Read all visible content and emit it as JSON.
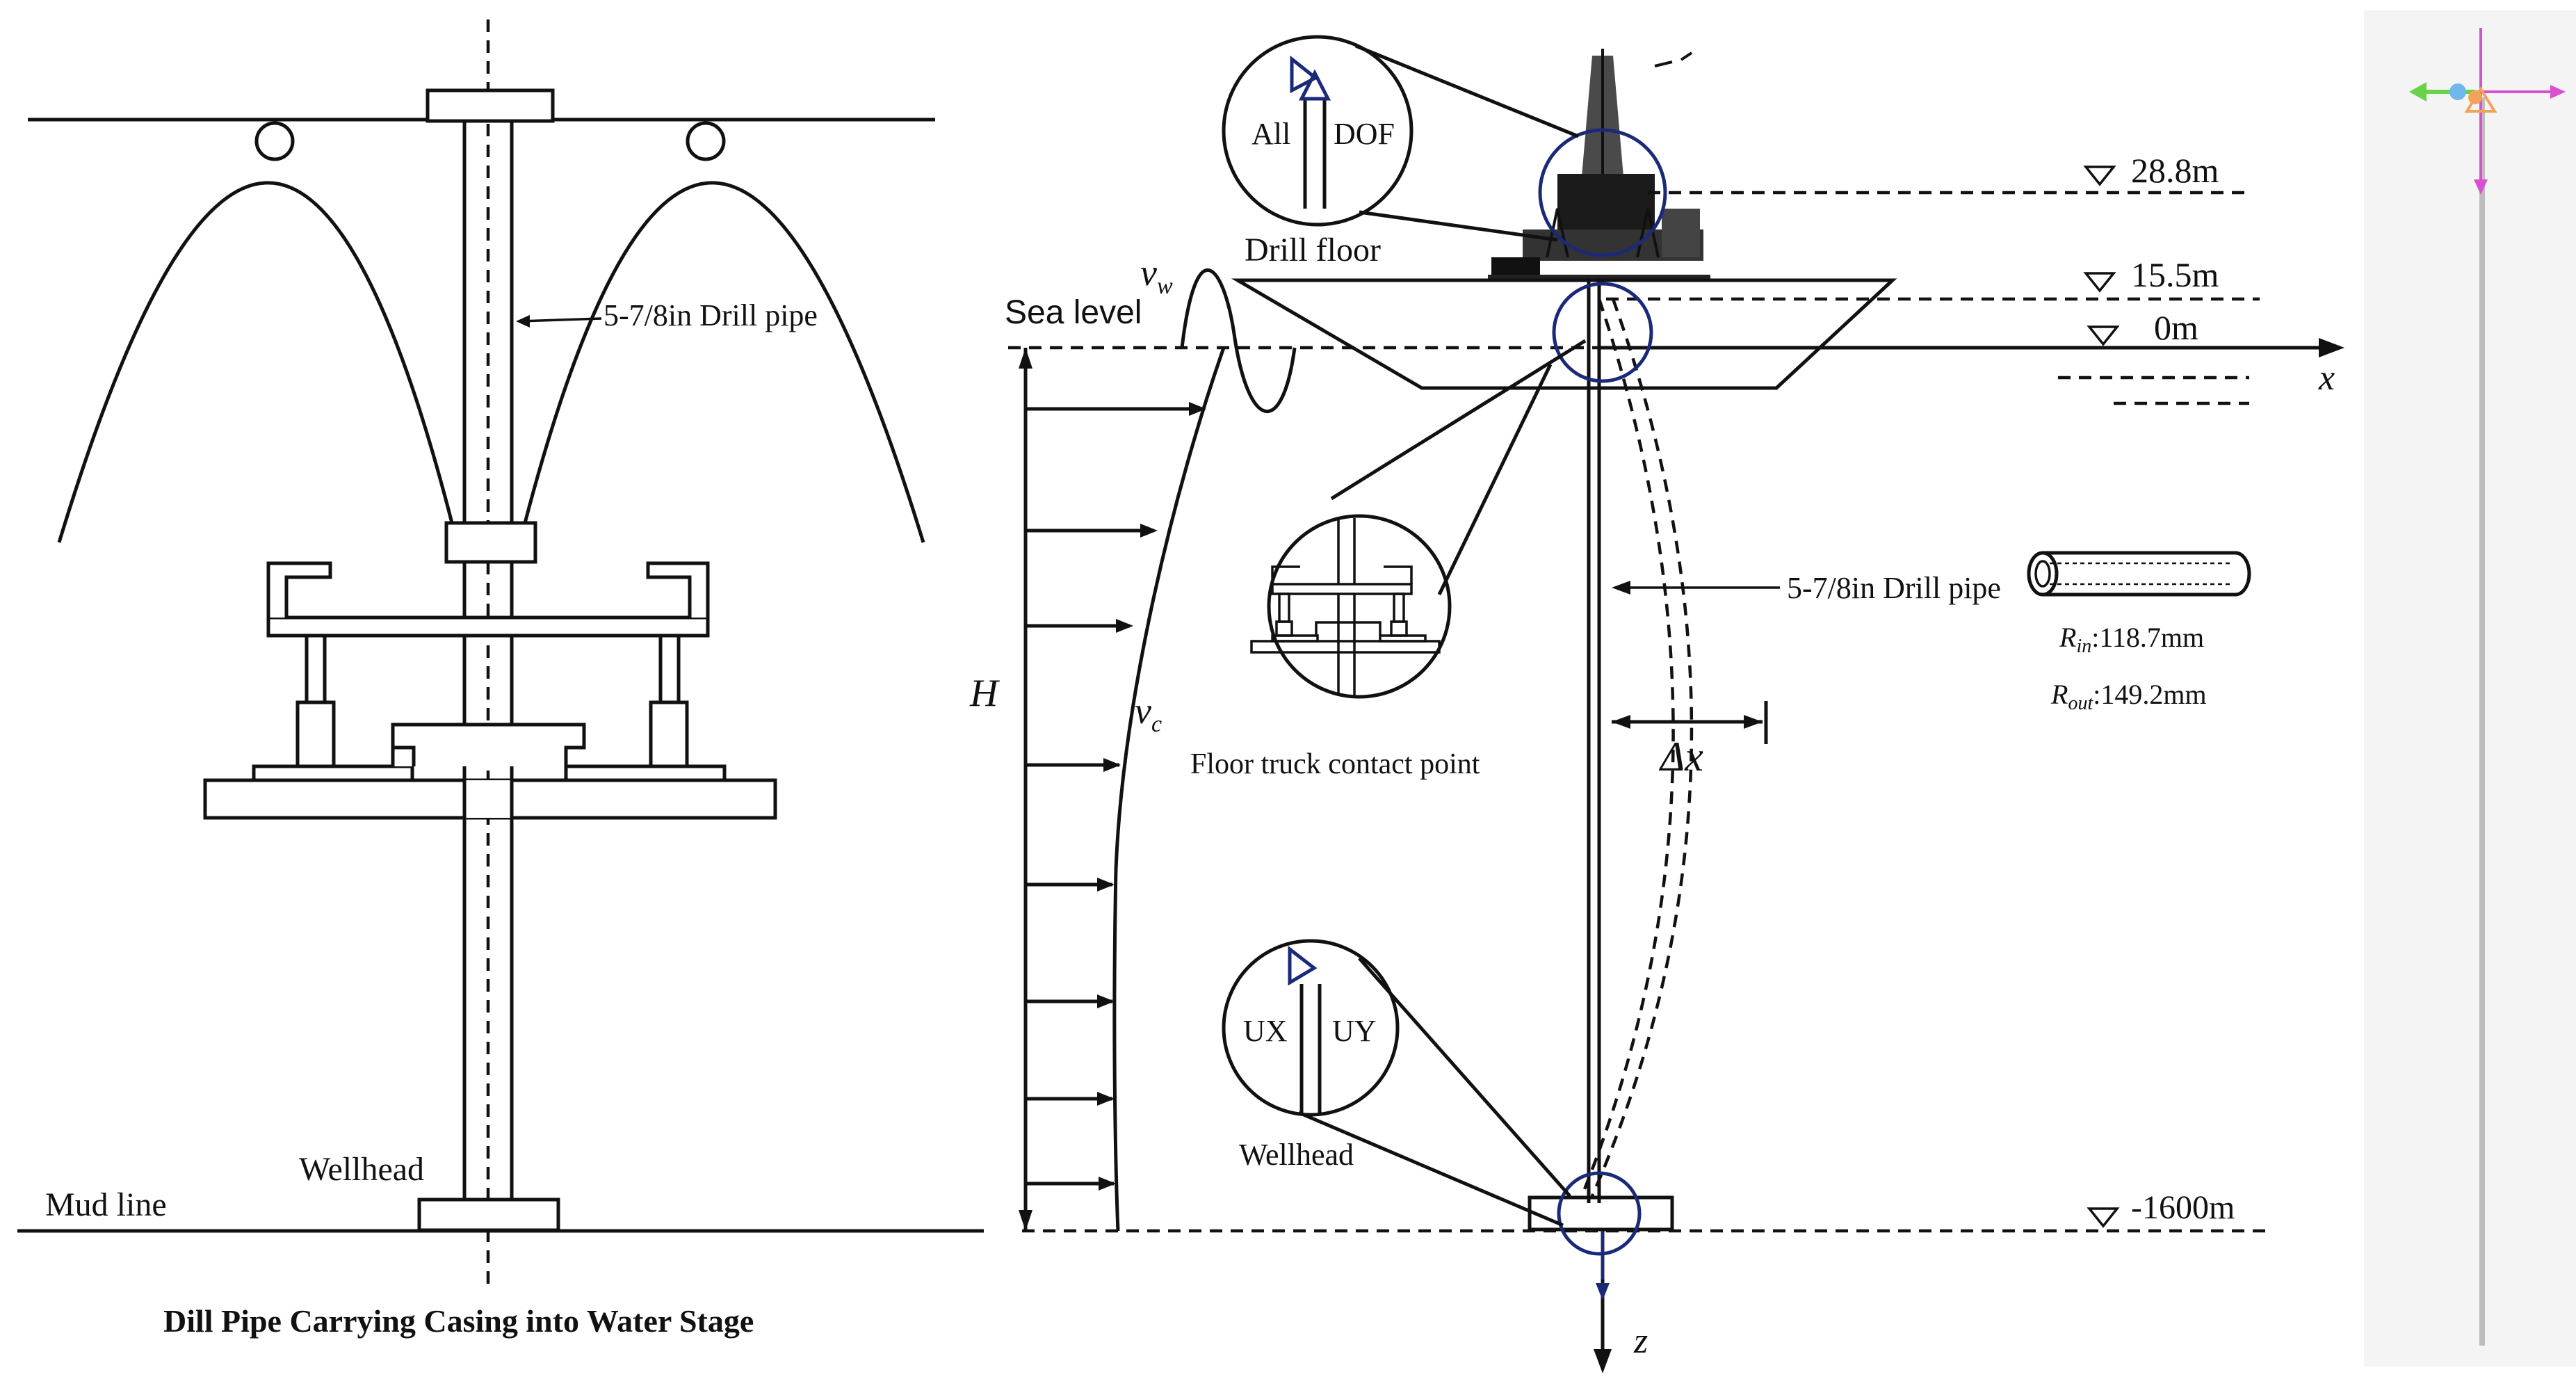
{
  "left_panel": {
    "caption": "Dill Pipe Carrying Casing into Water Stage",
    "drill_pipe_label": "5-7/8in Drill pipe",
    "wellhead_label": "Wellhead",
    "mud_line_label": "Mud line"
  },
  "center_panel": {
    "dof_all": "All",
    "dof_dof": "DOF",
    "drill_floor": "Drill floor",
    "sea_level": "Sea level",
    "vw_main": "v",
    "vw_sub": "w",
    "vc_main": "v",
    "vc_sub": "c",
    "H_label": "H",
    "floor_truck_label": "Floor truck contact point",
    "ux": "UX",
    "uy": "UY",
    "wellhead_label": "Wellhead",
    "drill_pipe_label": "5-7/8in Drill pipe",
    "dx_label": "Δx",
    "x_axis": "x",
    "z_axis": "z",
    "elev_28": "28.8m",
    "elev_15": "15.5m",
    "elev_0": "0m",
    "elev_1600": "-1600m",
    "rin_main": "R",
    "rin_sub": "in",
    "rin_value": ":118.7mm",
    "rout_main": "R",
    "rout_sub": "out",
    "rout_value": ":149.2mm"
  },
  "colors": {
    "line": "#111111",
    "circle_highlight": "#1a2a78",
    "axis_pink": "#d94fd0",
    "axis_green": "#6bd04a",
    "axis_cyan": "#6fb7ee",
    "axis_orange": "#f2a25a"
  }
}
